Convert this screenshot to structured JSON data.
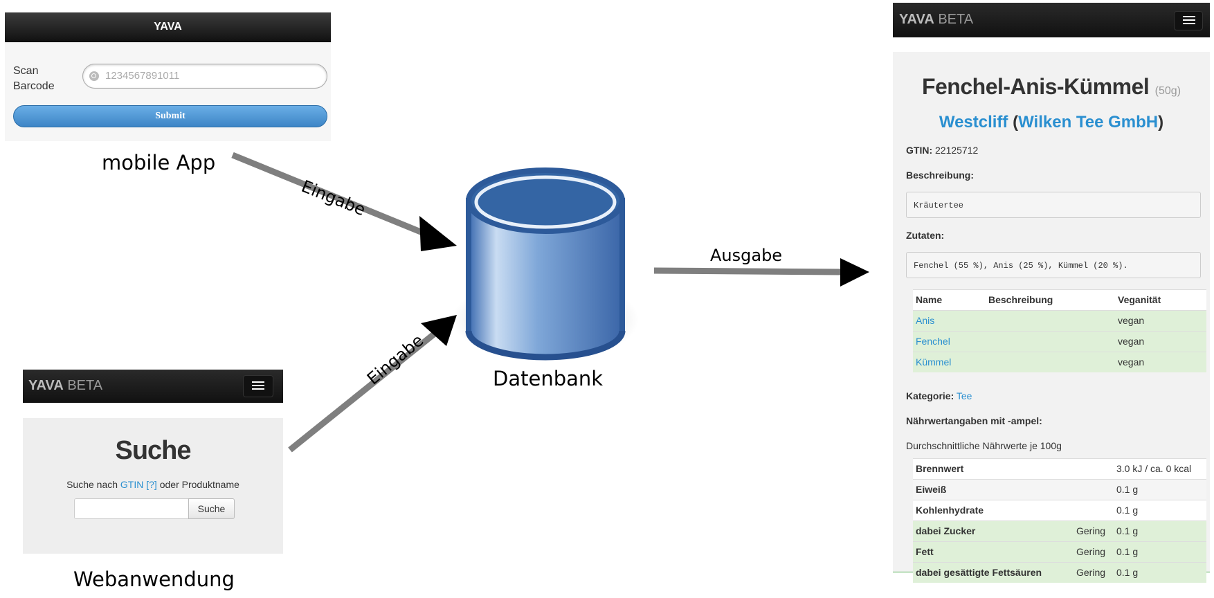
{
  "mobile_app": {
    "header_title": "YAVA",
    "barcode_label": "Scan Barcode",
    "barcode_placeholder": "1234567891011",
    "submit_label": "Submit",
    "caption": "mobile App"
  },
  "web_app": {
    "brand_bold": "YAVA",
    "brand_light": "BETA",
    "search_title": "Suche",
    "search_text_before": "Suche nach",
    "gtin_link": "GTIN [?]",
    "search_text_after": "oder Produktname",
    "search_button": "Suche",
    "caption": "Webanwendung"
  },
  "diagram": {
    "arrow_input_top": "Eingabe",
    "arrow_input_bottom": "Eingabe",
    "arrow_output": "Ausgabe",
    "database_label": "Datenbank",
    "arrow_color": "#7f7f7f",
    "database_color": "#3465a4"
  },
  "product_page": {
    "brand_bold": "YAVA",
    "brand_light": "BETA",
    "product_name": "Fenchel-Anis-Kümmel",
    "product_weight": "(50g)",
    "brand_name": "Westcliff",
    "manufacturer": "Wilken Tee GmbH",
    "gtin_label": "GTIN:",
    "gtin_value": "22125712",
    "description_label": "Beschreibung:",
    "description": "Kräutertee",
    "ingredients_label": "Zutaten:",
    "ingredients": "Fenchel (55 %), Anis (25 %), Kümmel (20 %).",
    "ingredient_table": {
      "headers": [
        "Name",
        "Beschreibung",
        "Veganität"
      ],
      "rows": [
        {
          "name": "Anis",
          "description": "",
          "vegan": "vegan"
        },
        {
          "name": "Fenchel",
          "description": "",
          "vegan": "vegan"
        },
        {
          "name": "Kümmel",
          "description": "",
          "vegan": "vegan"
        }
      ]
    },
    "category_label": "Kategorie:",
    "category_value": "Tee",
    "nutrition_label": "Nährwertangaben mit -ampel:",
    "nutrition_subtitle": "Durchschnittliche Nährwerte je 100g",
    "nutrition_rows": [
      {
        "name": "Brennwert",
        "level": "",
        "value": "3.0 kJ / ca. 0 kcal"
      },
      {
        "name": "Eiweiß",
        "level": "",
        "value": "0.1 g"
      },
      {
        "name": "Kohlenhydrate",
        "level": "",
        "value": "0.1 g"
      },
      {
        "name": "dabei Zucker",
        "level": "Gering",
        "value": "0.1 g"
      },
      {
        "name": "Fett",
        "level": "Gering",
        "value": "0.1 g"
      },
      {
        "name": "dabei gesättigte Fettsäuren",
        "level": "Gering",
        "value": "0.1 g"
      }
    ],
    "colors": {
      "link": "#2a8fd0",
      "vegan_row": "#dff0d8",
      "low_row": "#dff0d8"
    }
  }
}
